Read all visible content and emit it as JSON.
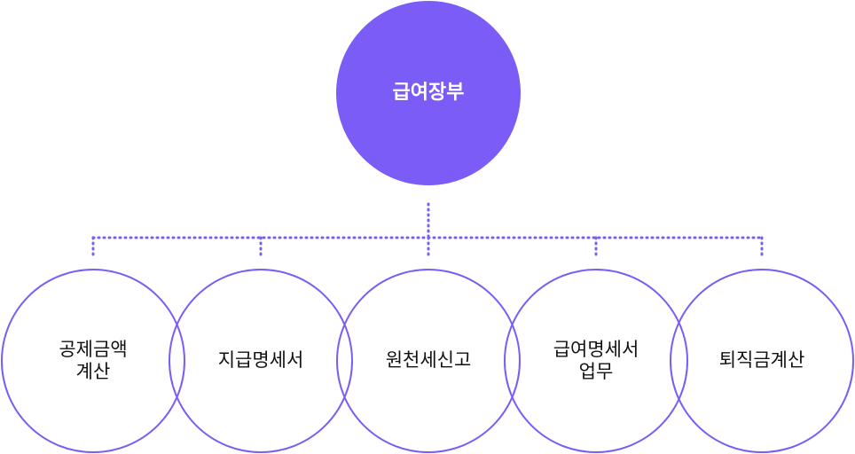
{
  "colors": {
    "accent": "#7b5cf6",
    "text": "#111111",
    "background": "#ffffff"
  },
  "root": {
    "label": "급여장부"
  },
  "children": [
    {
      "lines": [
        "공제금액",
        "계산"
      ]
    },
    {
      "lines": [
        "지급명세서"
      ]
    },
    {
      "lines": [
        "원천세신고"
      ]
    },
    {
      "lines": [
        "급여명세서",
        "업무"
      ]
    },
    {
      "lines": [
        "퇴직금계산"
      ]
    }
  ]
}
